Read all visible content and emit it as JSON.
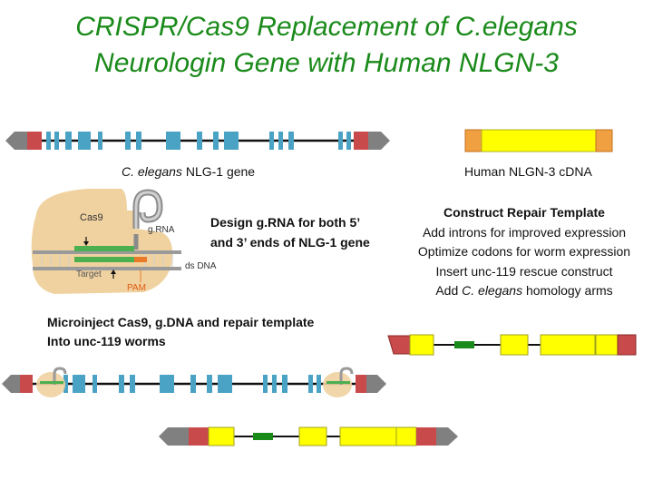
{
  "title": {
    "line1": "CRISPR/Cas9 Replacement of C.elegans",
    "line2": "Neurologin Gene with Human NLGN-3"
  },
  "captions": {
    "elegans_gene_italic": "C. elegans",
    "elegans_gene_rest": " NLG-1 gene",
    "human_cdna": "Human NLGN-3  cDNA",
    "design_line1": "Design g.RNA for both 5’",
    "design_line2": "and 3’ ends of NLG-1 gene",
    "repair_heading": "Construct Repair Template",
    "repair_step1": "Add introns for improved expression",
    "repair_step2": "Optimize codons for worm expression",
    "repair_step3": "Insert unc-119 rescue construct",
    "repair_step4_pre": "Add ",
    "repair_step4_italic": "C. elegans",
    "repair_step4_post": "  homology arms",
    "microinject_line1": "Microinject Cas9, g.DNA and repair template",
    "microinject_line2": "Into unc-119 worms"
  },
  "cas9_diagram": {
    "cas9_label": "Cas9",
    "grna_label": "g.RNA",
    "target_label": "Target",
    "dsdna_label": "ds DNA",
    "pam_label": "PAM"
  },
  "colors": {
    "title_green": "#1a8a1a",
    "exon_blue": "#4aa3c4",
    "homology_red": "#c84a4a",
    "end_gray": "#808080",
    "cdna_yellow": "#ffff00",
    "cdna_orange": "#f0a040",
    "rescue_green": "#1a8a1a",
    "cas9_tan": "#f0d2a0"
  }
}
